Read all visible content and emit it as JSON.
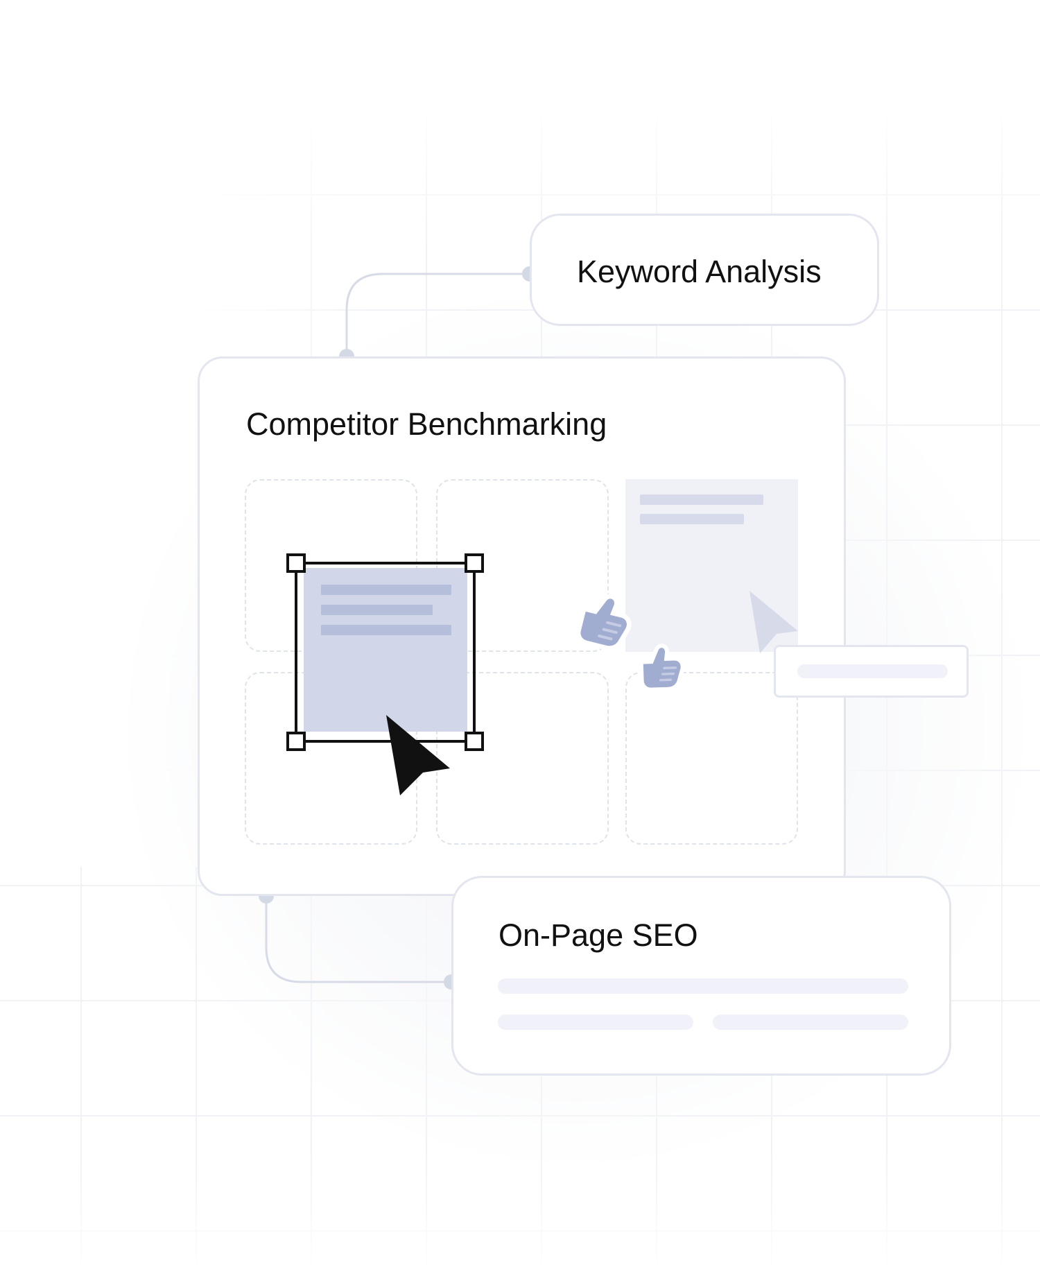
{
  "cards": {
    "keyword": {
      "title": "Keyword Analysis"
    },
    "main": {
      "title": "Competitor Benchmarking"
    },
    "onpage": {
      "title": "On-Page SEO"
    }
  },
  "colors": {
    "grid": "#f1f2f5",
    "card_border": "#e3e6ee",
    "connector": "#d7dbe7",
    "connector_dot": "#d4d9e6",
    "tile_selected": "#d1d7e8",
    "tile_selected_line": "#b5bedb",
    "tile_ghost": "#f0f1f7",
    "tile_ghost_line": "#d6daea",
    "thumb": "#a1acd1",
    "cursor_main": "#111111",
    "cursor_ghost": "#d6dae9",
    "skeleton": "#f1f2f9"
  },
  "icons": {
    "selection_handles": "square-handle-icon",
    "primary_cursor": "cursor-arrow-icon",
    "secondary_cursor": "cursor-arrow-icon",
    "reaction": "thumbs-up-icon"
  }
}
